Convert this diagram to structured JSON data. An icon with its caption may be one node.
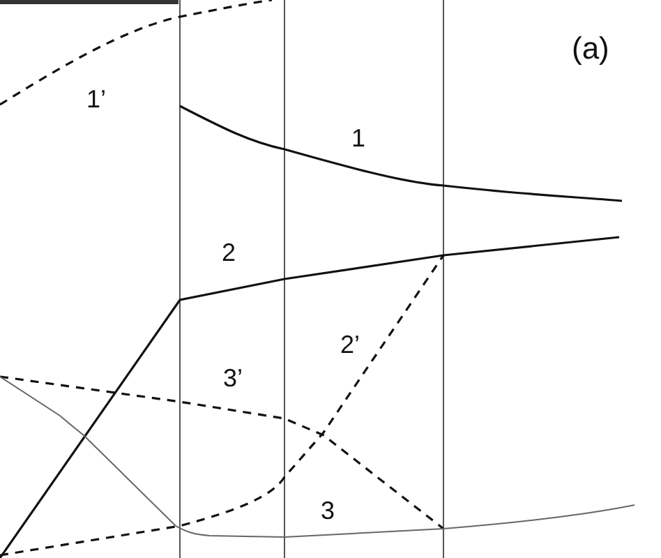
{
  "diagram": {
    "labels": [
      "(a)",
      "1’",
      "1",
      "2",
      "2’",
      "3’",
      "3"
    ]
  }
}
